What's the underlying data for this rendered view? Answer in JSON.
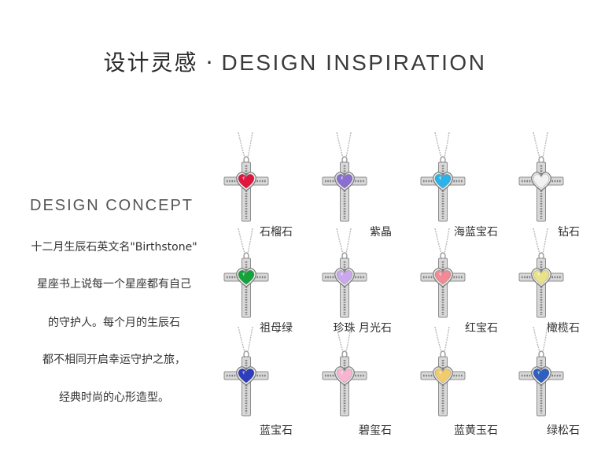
{
  "heading": {
    "chinese": "设计灵感",
    "separator": "·",
    "english": "DESIGN INSPIRATION"
  },
  "concept": {
    "title": "DESIGN CONCEPT",
    "lines": [
      "十二月生辰石英文名\"Birthstone\"",
      "星座书上说每一个星座都有自己",
      "的守护人。每个月的生辰石",
      "都不相同开启幸运守护之旅，",
      "经典时尚的心形造型。"
    ]
  },
  "pendants": [
    {
      "label": "石榴石",
      "color": "#e0163e"
    },
    {
      "label": "紫晶",
      "color": "#8a6fd0"
    },
    {
      "label": "海蓝宝石",
      "color": "#2ab3e8"
    },
    {
      "label": "钻石",
      "color": "#f2f2f2"
    },
    {
      "label": "祖母绿",
      "color": "#13a33a"
    },
    {
      "label": "珍珠 月光石",
      "color": "#c9a8ec"
    },
    {
      "label": "红宝石",
      "color": "#f28a94"
    },
    {
      "label": "橄榄石",
      "color": "#e8e28a"
    },
    {
      "label": "蓝宝石",
      "color": "#2e3dbb"
    },
    {
      "label": "碧玺石",
      "color": "#f6b6cf"
    },
    {
      "label": "蓝黄玉石",
      "color": "#f1cc6e"
    },
    {
      "label": "绿松石",
      "color": "#2f5fbf"
    }
  ]
}
